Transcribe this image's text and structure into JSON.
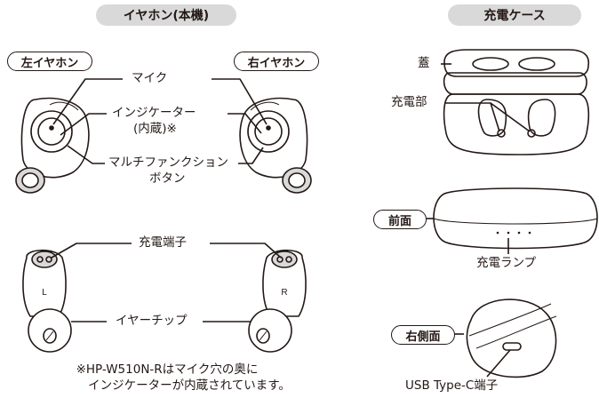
{
  "headers": {
    "earphones": "イヤホン(本機)",
    "case": "充電ケース"
  },
  "tags": {
    "left": "左イヤホン",
    "right": "右イヤホン",
    "front": "前面",
    "right_side": "右側面"
  },
  "labels": {
    "mic": "マイク",
    "indicator_1": "インジケーター",
    "indicator_2": "(内蔵)※",
    "multi_1": "マルチファンクション",
    "multi_2": "ボタン",
    "charge_terminal": "充電端子",
    "ear_tip": "イヤーチップ",
    "lid": "蓋",
    "charge_part": "充電部",
    "charge_lamp": "充電ランプ",
    "usb": "USB Type-C端子"
  },
  "bud_marks": {
    "left": "L",
    "right": "R"
  },
  "footnote": {
    "line1": "※HP-W510N-Rはマイク穴の奥に",
    "line2": "インジケーターが内蔵されています。"
  }
}
